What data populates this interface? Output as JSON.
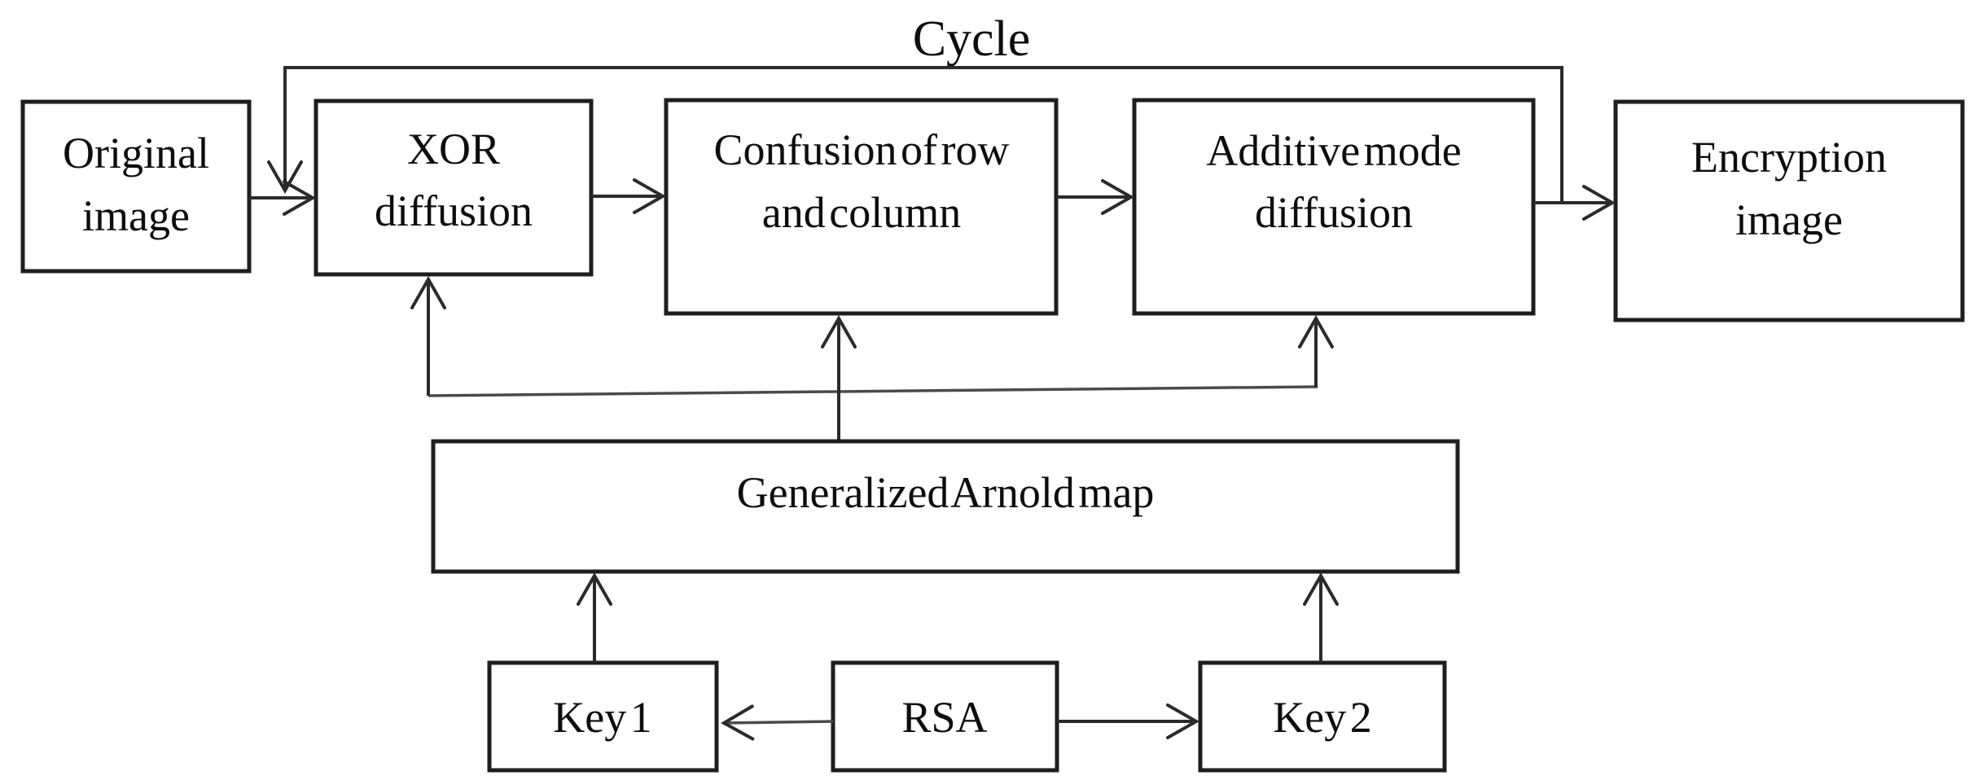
{
  "diagram": {
    "cycle_label": "Cycle",
    "colors": {
      "background": "#ffffff",
      "box_stroke": "#1e1e1e",
      "line": "#2b2b2b",
      "line_soft": "#4a4a4a",
      "text": "#0d0d0d"
    },
    "boxes": {
      "original": {
        "label": "Original image",
        "lines": [
          "Original",
          "image"
        ]
      },
      "xor": {
        "label": "XOR diffusion",
        "lines": [
          "XOR",
          "diffusion"
        ]
      },
      "confusion": {
        "label": "Confusion of row and column",
        "lines": [
          "Confusion of row",
          "and column"
        ]
      },
      "additive": {
        "label": "Additive mode diffusion",
        "lines": [
          "Additive mode",
          "diffusion"
        ]
      },
      "encryption": {
        "label": "Encryption image",
        "lines": [
          "Encryption",
          "image"
        ]
      },
      "arnold": {
        "label": "Generalized Arnold map",
        "lines": [
          "Generalized Arnold map"
        ]
      },
      "key1": {
        "label": "Key 1",
        "lines": [
          "Key 1"
        ]
      },
      "rsa": {
        "label": "RSA",
        "lines": [
          "RSA"
        ]
      },
      "key2": {
        "label": "Key 2",
        "lines": [
          "Key 2"
        ]
      }
    },
    "connections": [
      {
        "from": "original",
        "to": "xor",
        "type": "arrow"
      },
      {
        "from": "xor",
        "to": "confusion",
        "type": "arrow"
      },
      {
        "from": "confusion",
        "to": "additive",
        "type": "arrow"
      },
      {
        "from": "additive",
        "to": "encryption",
        "type": "arrow"
      },
      {
        "from": "output",
        "to": "xor",
        "type": "cycle-feedback",
        "label": "Cycle"
      },
      {
        "from": "arnold",
        "to": "xor",
        "type": "arrow"
      },
      {
        "from": "arnold",
        "to": "confusion",
        "type": "arrow"
      },
      {
        "from": "arnold",
        "to": "additive",
        "type": "arrow"
      },
      {
        "from": "key1",
        "to": "arnold",
        "type": "arrow"
      },
      {
        "from": "key2",
        "to": "arnold",
        "type": "arrow"
      },
      {
        "from": "rsa",
        "to": "key1",
        "type": "arrow"
      },
      {
        "from": "rsa",
        "to": "key2",
        "type": "arrow"
      }
    ]
  }
}
